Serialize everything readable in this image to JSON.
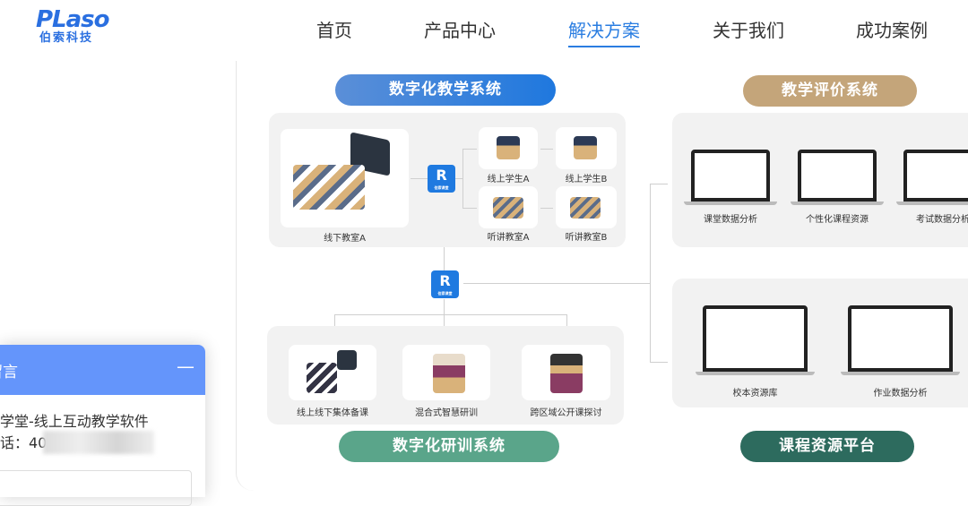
{
  "logo": {
    "en": "PLaso",
    "cn": "伯索科技"
  },
  "nav": [
    {
      "label": "首页"
    },
    {
      "label": "产品中心"
    },
    {
      "label": "解决方案",
      "active": true
    },
    {
      "label": "关于我们"
    },
    {
      "label": "成功案例"
    }
  ],
  "teaching": {
    "title": "数字化教学系统",
    "main_label": "线下教室A",
    "items": [
      "线上学生A",
      "线上学生B",
      "听讲教室A",
      "听讲教室B"
    ],
    "hub_letter": "R",
    "hub_caption": "伯索课堂"
  },
  "training": {
    "title": "数字化研训系统",
    "items": [
      "线上线下集体备课",
      "混合式智慧研训",
      "跨区域公开课探讨"
    ]
  },
  "evaluation": {
    "title": "教学评价系统",
    "items": [
      "课堂数据分析",
      "个性化课程资源",
      "考试数据分析"
    ]
  },
  "resources": {
    "title": "课程资源平台",
    "items": [
      "校本资源库",
      "作业数据分析"
    ]
  },
  "chat": {
    "title": "留言",
    "minimize": "—",
    "line1": "学堂-线上互动教学软件",
    "line2": "话：40"
  },
  "colors": {
    "blue": "#2a7de1",
    "green": "#5aa58a",
    "brown": "#c4a57a",
    "dark_green": "#2d6b5e",
    "chat_header": "#6495fb"
  }
}
